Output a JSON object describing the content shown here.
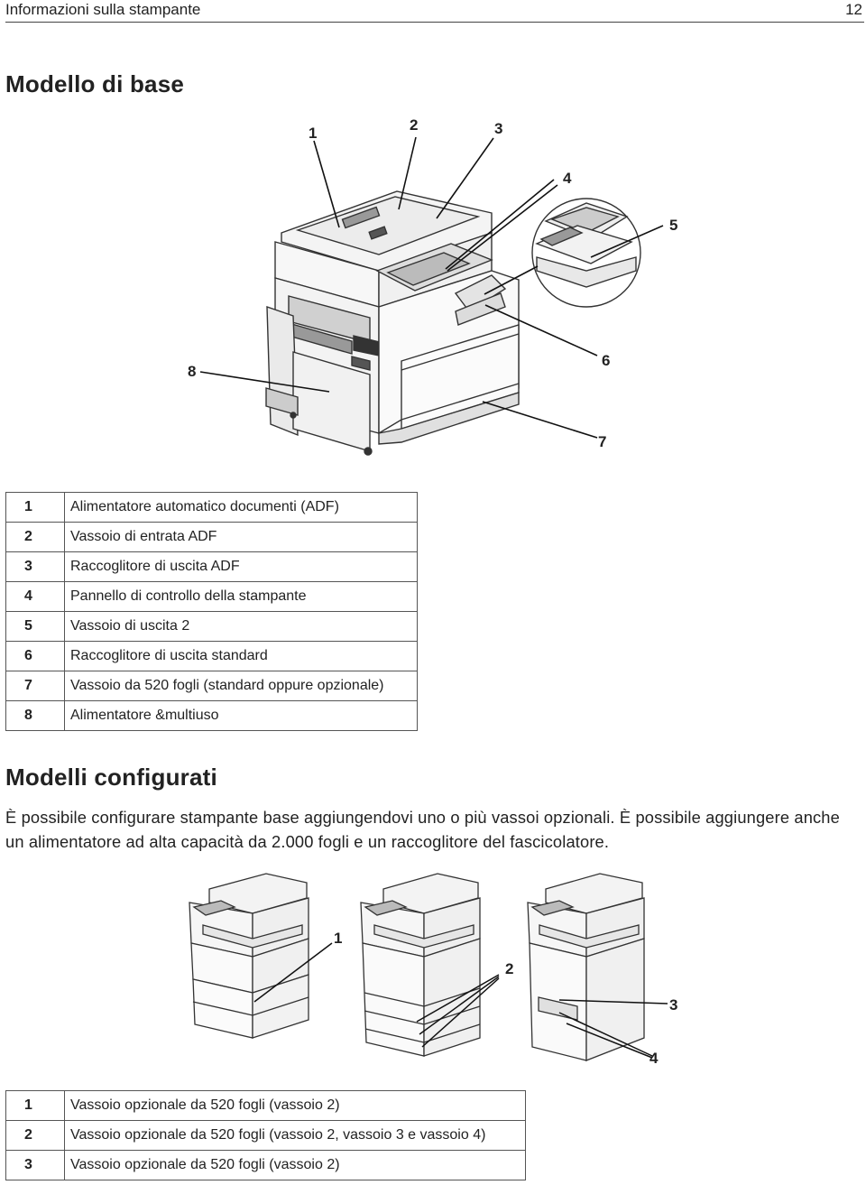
{
  "header": {
    "section_title": "Informazioni sulla stampante",
    "page_number": "12"
  },
  "base_model": {
    "heading": "Modello di base",
    "callouts": [
      "1",
      "2",
      "3",
      "4",
      "5",
      "6",
      "7",
      "8"
    ],
    "legend": [
      {
        "num": "1",
        "text": "Alimentatore automatico documenti (ADF)"
      },
      {
        "num": "2",
        "text": "Vassoio di entrata ADF"
      },
      {
        "num": "3",
        "text": "Raccoglitore di uscita ADF"
      },
      {
        "num": "4",
        "text": "Pannello di controllo della stampante"
      },
      {
        "num": "5",
        "text": "Vassoio di uscita 2"
      },
      {
        "num": "6",
        "text": "Raccoglitore di uscita standard"
      },
      {
        "num": "7",
        "text": "Vassoio da 520 fogli (standard oppure opzionale)"
      },
      {
        "num": "8",
        "text": "Alimentatore &multiuso"
      }
    ]
  },
  "configured": {
    "heading": "Modelli configurati",
    "paragraph": "È possibile configurare stampante base aggiungendovi uno o più vassoi opzionali. È possibile aggiungere anche un alimentatore ad alta capacità da 2.000 fogli e un raccoglitore del fascicolatore.",
    "callouts": [
      "1",
      "2",
      "3",
      "4"
    ],
    "legend": [
      {
        "num": "1",
        "text": "Vassoio opzionale da 520 fogli (vassoio 2)"
      },
      {
        "num": "2",
        "text": "Vassoio opzionale da 520 fogli (vassoio 2, vassoio 3 e vassoio 4)"
      },
      {
        "num": "3",
        "text": "Vassoio opzionale da 520 fogli (vassoio 2)"
      }
    ]
  }
}
